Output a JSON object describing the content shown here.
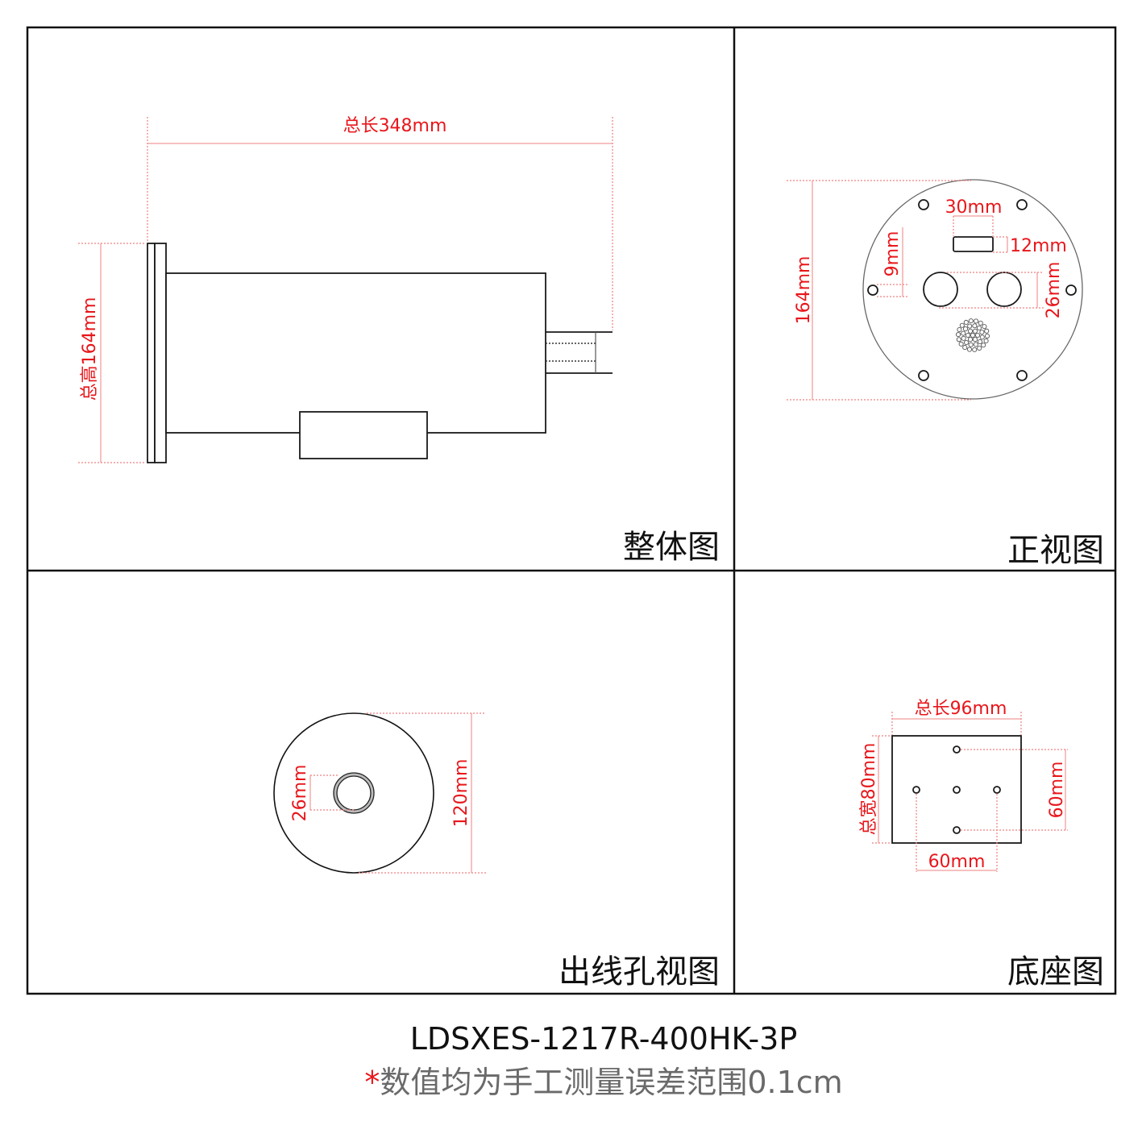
{
  "panels": {
    "overall": {
      "title": "整体图",
      "dims": {
        "length": "总长348mm",
        "height": "总高164mm"
      }
    },
    "front": {
      "title": "正视图",
      "dims": {
        "diameter": "164mm",
        "slot_width": "30mm",
        "slot_height": "12mm",
        "hole_spacing": "9mm",
        "sensor_diameter": "26mm"
      }
    },
    "outlet": {
      "title": "出线孔视图",
      "dims": {
        "hole": "26mm",
        "diameter": "120mm"
      }
    },
    "base": {
      "title": "底座图",
      "dims": {
        "length": "总长96mm",
        "width": "总宽80mm",
        "hole_v": "60mm",
        "hole_h": "60mm"
      }
    }
  },
  "footer": {
    "model": "LDSXES-1217R-400HK-3P",
    "note_star": "*",
    "note": "数值均为手工测量误差范围0.1cm"
  },
  "colors": {
    "dimension": "#e8161b",
    "line": "#111111",
    "note": "#6a6a6a"
  }
}
